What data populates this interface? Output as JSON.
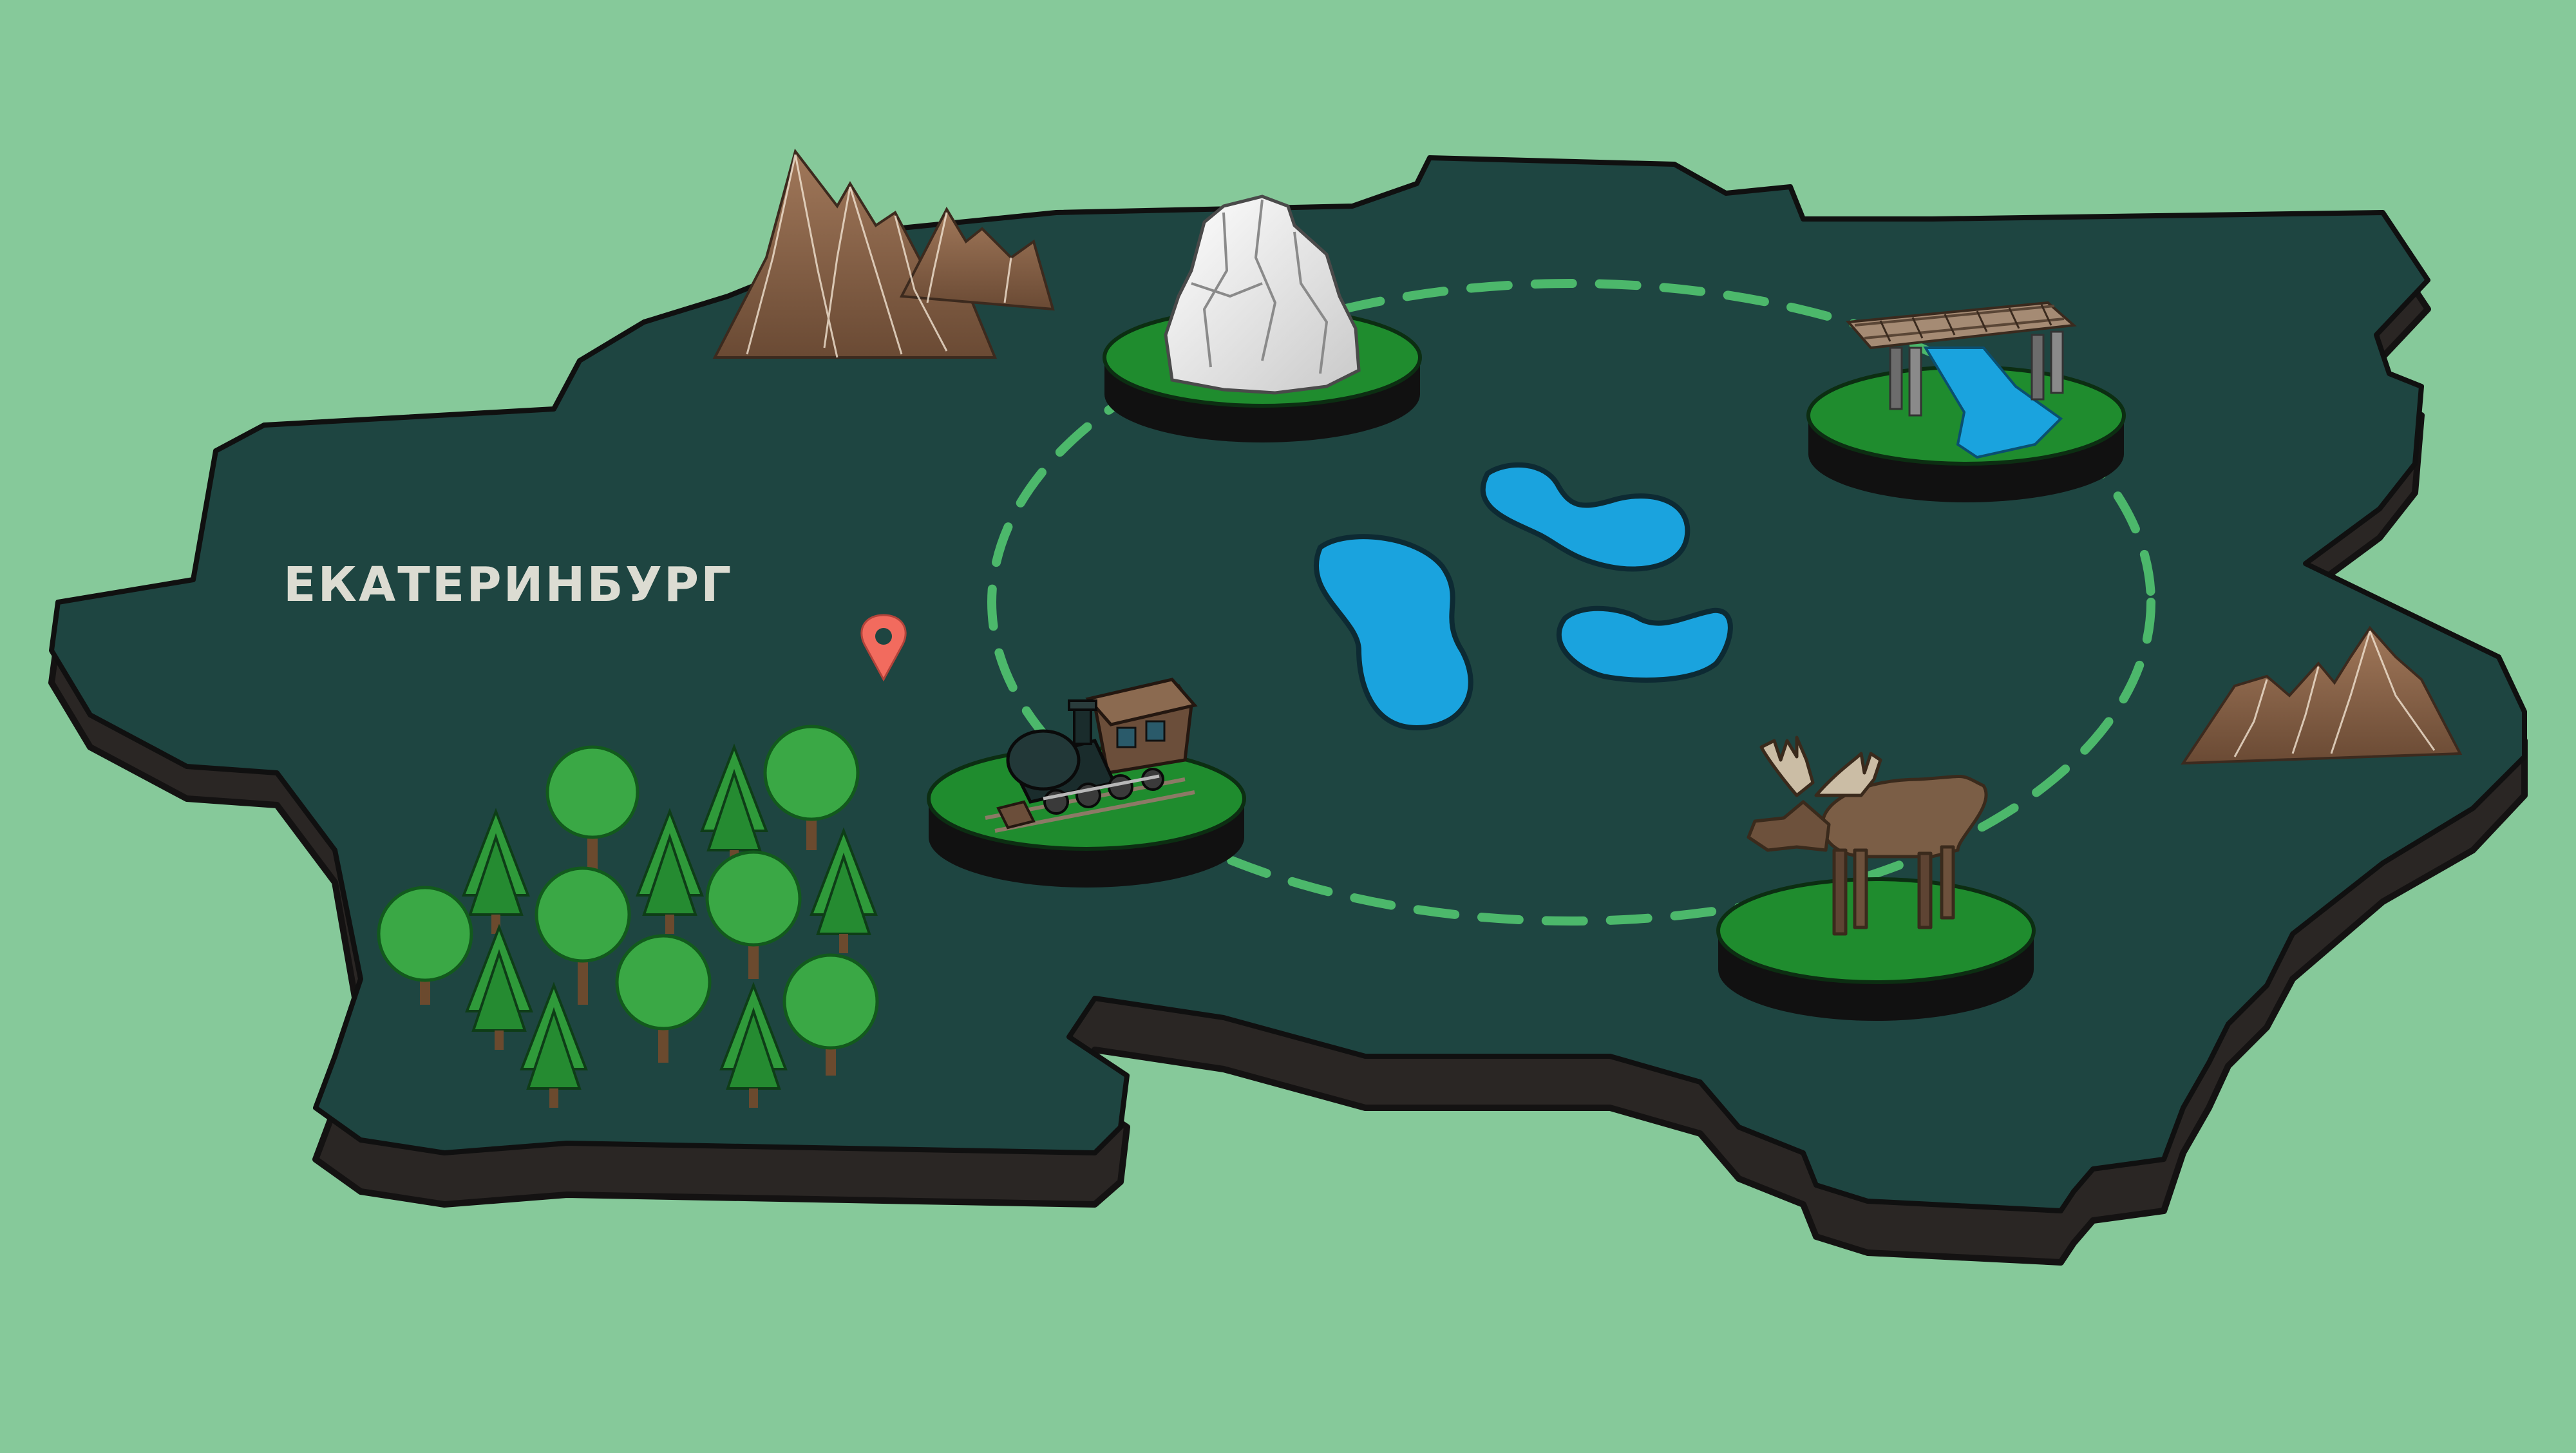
{
  "map": {
    "city_label": "ЕКАТЕРИНБУРГ",
    "colors": {
      "background": "#86c99a",
      "region_top": "#1e4541",
      "region_side": "#2a2624",
      "platform_top": "#1f8c2e",
      "platform_side": "#111111",
      "route": "#4cb86b",
      "lake": "#1aa3de",
      "pin": "#f26b5e"
    },
    "landmarks": [
      {
        "name": "white-rock",
        "kind": "rock"
      },
      {
        "name": "railway-bridge",
        "kind": "bridge"
      },
      {
        "name": "steam-locomotive",
        "kind": "train"
      },
      {
        "name": "moose",
        "kind": "animal"
      }
    ],
    "features": [
      "mountains",
      "forest",
      "lakes",
      "location-pin",
      "dashed-route"
    ]
  }
}
